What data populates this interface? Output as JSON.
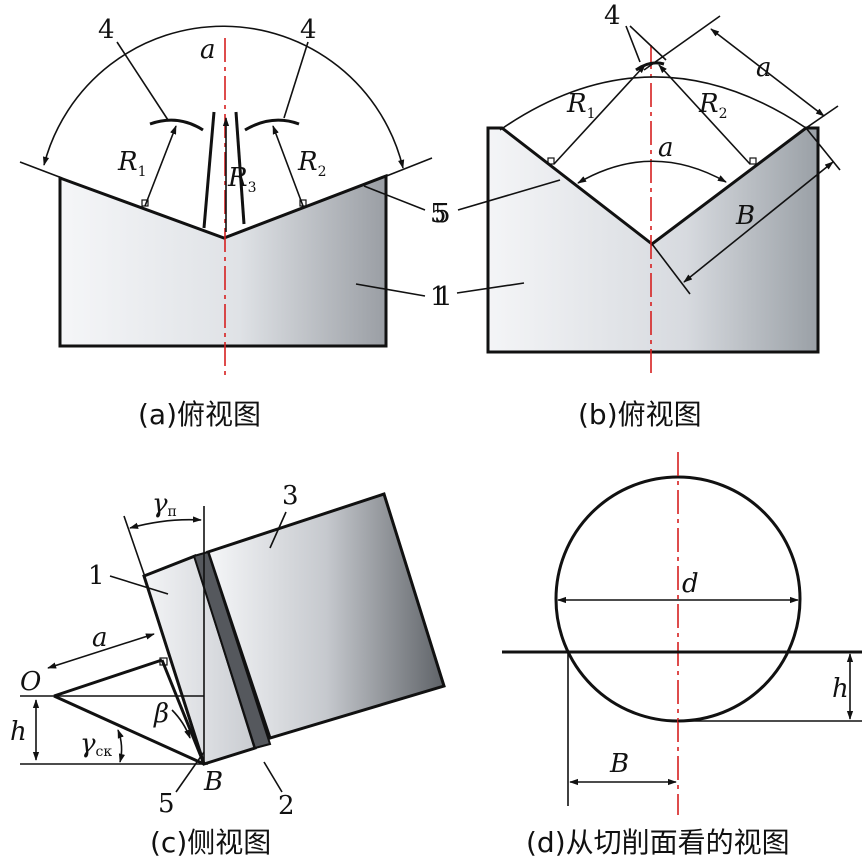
{
  "panel_a": {
    "angle_label": "a",
    "parts": [
      "4",
      "4",
      "5",
      "1"
    ],
    "r1": {
      "main": "R",
      "sub": "1"
    },
    "r2": {
      "main": "R",
      "sub": "2"
    },
    "r3": {
      "main": "R",
      "sub": "3"
    },
    "caption": "(a)俯视图"
  },
  "panel_b": {
    "part_4": "4",
    "part_5": "5",
    "part_1": "1",
    "a_top": "a",
    "a_inner": "a",
    "b_label": "B",
    "r1": {
      "main": "R",
      "sub": "1"
    },
    "r2": {
      "main": "R",
      "sub": "2"
    },
    "caption": "(b)俯视图"
  },
  "panel_c": {
    "gamma_p": {
      "main": "γ",
      "sub": "п"
    },
    "gamma_ck": {
      "main": "γ",
      "sub": "ск"
    },
    "part_1": "1",
    "part_2": "2",
    "part_3": "3",
    "part_5": "5",
    "a_label": "a",
    "o_label": "O",
    "h_label": "h",
    "beta_label": "β",
    "b_label": "B",
    "caption": "(c)侧视图"
  },
  "panel_d": {
    "d_label": "d",
    "h_label": "h",
    "b_label": "B",
    "caption": "(d)从切削面看的视图"
  },
  "colors": {
    "outline": "#111111",
    "centerline": "#d62020",
    "fill_light": "#f4f5f7",
    "fill_dark": "#8f9399",
    "band": "#55585d"
  }
}
